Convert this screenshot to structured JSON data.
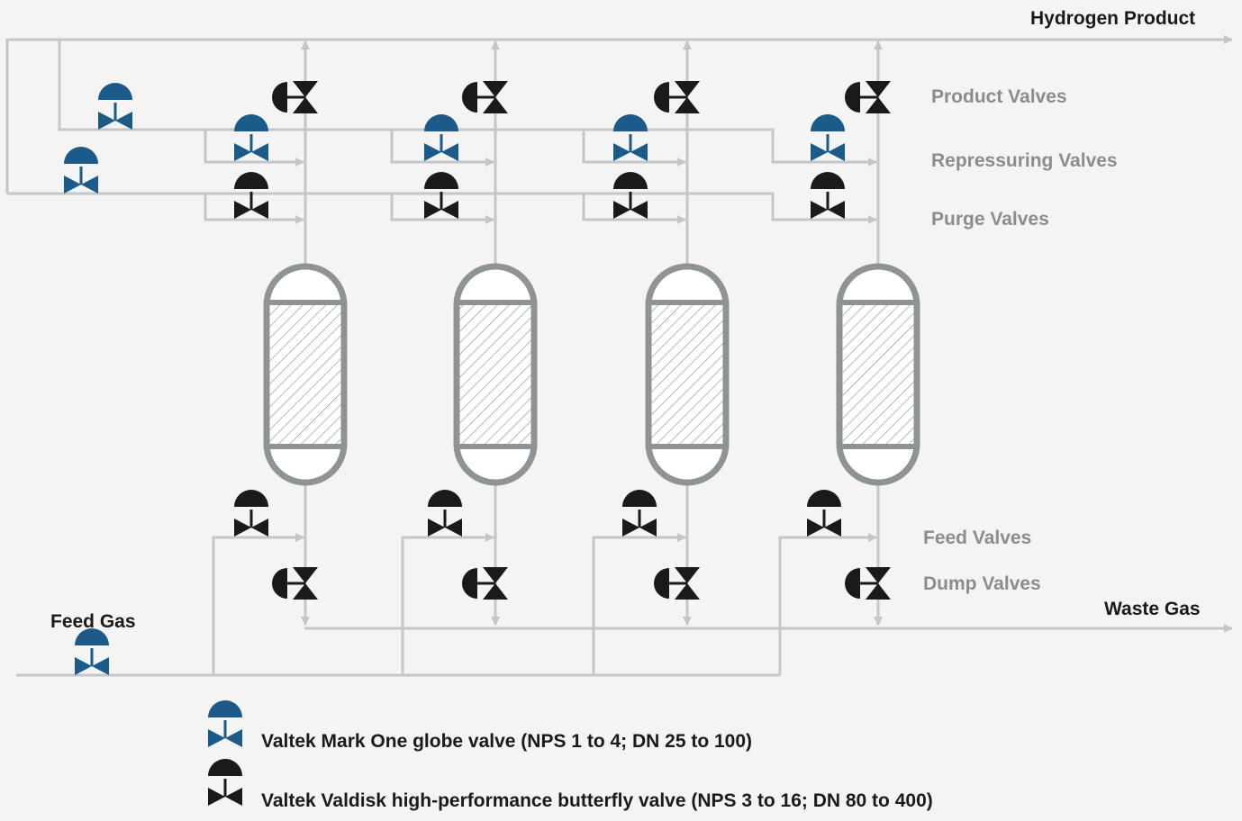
{
  "labels": {
    "hydrogen_product": "Hydrogen Product",
    "product_valves": "Product Valves",
    "repressuring_valves": "Repressuring Valves",
    "purge_valves": "Purge Valves",
    "feed_valves": "Feed Valves",
    "dump_valves": "Dump Valves",
    "waste_gas": "Waste Gas",
    "feed_gas": "Feed Gas"
  },
  "legend": [
    {
      "valve": "globe",
      "text": "Valtek Mark One globe valve (NPS 1 to 4; DN 25 to 100)"
    },
    {
      "valve": "butterfly",
      "text": "Valtek Valdisk high-performance butterfly valve (NPS 3 to 16; DN 80 to 400)"
    }
  ],
  "vessel_count": 4,
  "colors": {
    "background": "#f4f4f4",
    "pipe": "#c4c6c8",
    "vessel_outline": "#8e9396",
    "globe_valve": "#1c5a8a",
    "butterfly_valve": "#1a1a1a",
    "label_gray": "#8a8c8e",
    "label_dark": "#1a1a1a"
  }
}
